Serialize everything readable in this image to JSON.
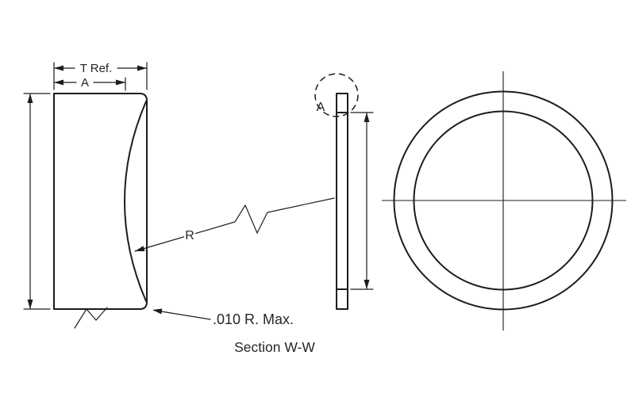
{
  "drawing": {
    "section_view": {
      "t_ref_label": "T Ref.",
      "a_label": "A",
      "radius_label": "R",
      "corner_note": ".010 R. Max.",
      "caption": "Section W-W"
    },
    "edge_view": {
      "detail_label": "A"
    },
    "colors": {
      "line": "#1c1c1c",
      "text": "#262626",
      "background": "#ffffff"
    }
  }
}
